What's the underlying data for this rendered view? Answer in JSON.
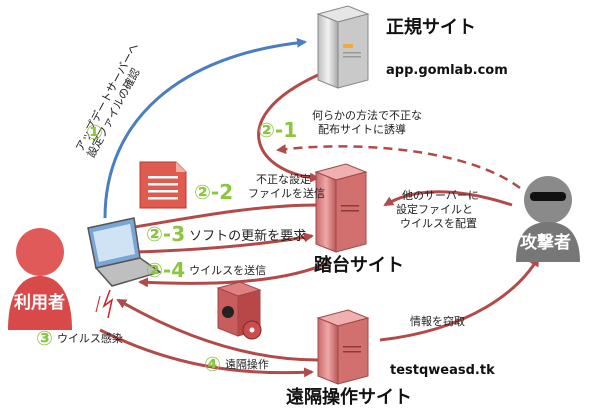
{
  "nodes": {
    "legit_site": {
      "title": "正規サイト",
      "url": "app.gomlab.com"
    },
    "stepping_site": {
      "title": "踏台サイト"
    },
    "remote_site": {
      "title": "遠隔操作サイト",
      "url": "testqweasd.tk"
    },
    "user": {
      "label": "利用者"
    },
    "attacker": {
      "label": "攻撃者"
    }
  },
  "steps": {
    "s1": {
      "num": "①",
      "text_line1": "アップデートサーバーへ",
      "text_line2": "設定ファイルの確認"
    },
    "s2_1": {
      "num": "②-1",
      "text_line1": "何らかの方法で不正な",
      "text_line2": "配布サイトに誘導"
    },
    "s2_2": {
      "num": "②-2",
      "text_line1": "不正な設定",
      "text_line2": "ファイルを送信"
    },
    "s2_3": {
      "num": "②-3",
      "text": "ソフトの更新を要求"
    },
    "s2_4": {
      "num": "②-4",
      "text": "ウイルスを送信"
    },
    "s3": {
      "num": "③",
      "text": "ウイルス感染"
    },
    "s4": {
      "num": "④",
      "text": "遠隔操作"
    }
  },
  "annotations": {
    "attacker_setup_line1": "他のサーバーに",
    "attacker_setup_line2": "設定ファイルと",
    "attacker_setup_line3": "ウイルスを配置",
    "steal_info": "情報を窃取"
  },
  "colors": {
    "red_arrow": "#b24a4a",
    "blue_arrow": "#4a7ec0",
    "step_green": "#8cc63f",
    "server_gray": "#d9d9d9",
    "server_red": "#e08a8a",
    "person_red": "#e15a5a",
    "person_gray": "#8a8a8a"
  }
}
